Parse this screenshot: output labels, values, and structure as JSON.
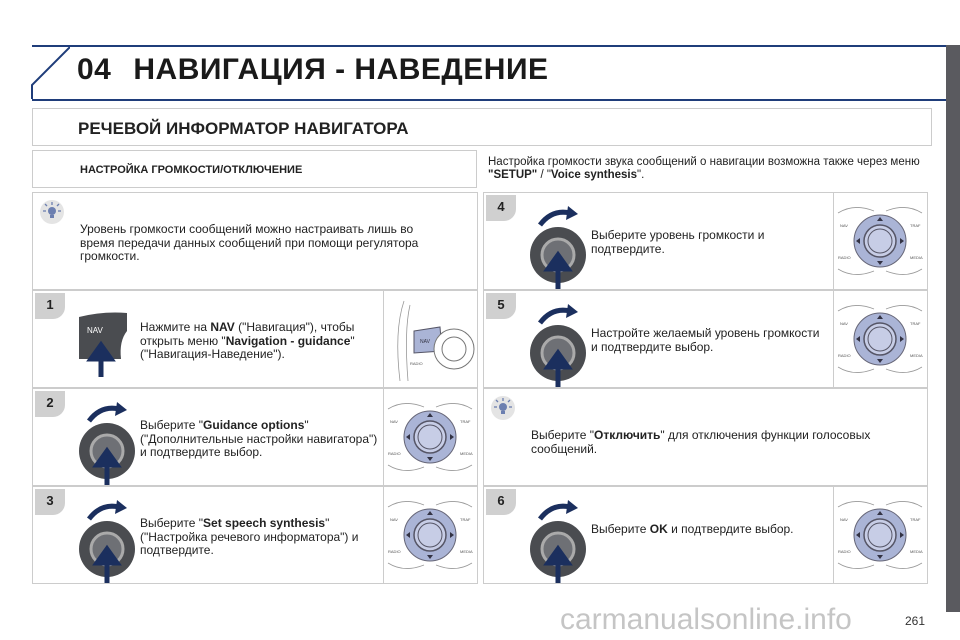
{
  "header": {
    "chapter": "04",
    "title": "НАВИГАЦИЯ - НАВЕДЕНИЕ"
  },
  "section_title": "РЕЧЕВОЙ ИНФОРМАТОР НАВИГАТОРА",
  "subsection_title": "НАСТРОЙКА ГРОМКОСТИ/ОТКЛЮЧЕНИЕ",
  "note": [
    {
      "t": "Настройка громкости звука сообщений о навигации возможна также через меню "
    },
    {
      "t": "\"SETUP\"",
      "b": true
    },
    {
      "t": " / \""
    },
    {
      "t": "Voice synthesis",
      "b": true
    },
    {
      "t": "\"."
    }
  ],
  "left_info": [
    {
      "t": "Уровень громкости сообщений можно настраивать лишь во время передачи данных сообщений при помощи регулятора громкости."
    }
  ],
  "steps": [
    {
      "num": "1",
      "icon": "nav-button",
      "text": [
        {
          "t": "Нажмите на "
        },
        {
          "t": "NAV",
          "b": true
        },
        {
          "t": " (\"Навигация\"), чтобы открыть меню \""
        },
        {
          "t": "Navigation - guidance",
          "b": true
        },
        {
          "t": "\" (\"Навигация-Наведение\")."
        }
      ]
    },
    {
      "num": "2",
      "icon": "rotary-knob",
      "text": [
        {
          "t": "Выберите \""
        },
        {
          "t": "Guidance options",
          "b": true
        },
        {
          "t": "\" (\"Дополнительные настройки навигатора\") и подтвердите выбор."
        }
      ]
    },
    {
      "num": "3",
      "icon": "rotary-knob",
      "text": [
        {
          "t": "Выберите \""
        },
        {
          "t": "Set speech synthesis",
          "b": true
        },
        {
          "t": "\" (\"Настройка речевого информатора\") и подтвердите."
        }
      ]
    },
    {
      "num": "4",
      "icon": "rotary-knob",
      "text": [
        {
          "t": "Выберите уровень громкости и подтвердите."
        }
      ]
    },
    {
      "num": "5",
      "icon": "rotary-knob",
      "text": [
        {
          "t": "Настройте желаемый уровень громкости и подтвердите выбор."
        }
      ]
    },
    {
      "num": "6",
      "icon": "rotary-knob",
      "text": [
        {
          "t": "Выберите "
        },
        {
          "t": "OK",
          "b": true
        },
        {
          "t": " и подтвердите выбор."
        }
      ]
    }
  ],
  "right_info": [
    {
      "t": "Выберите \""
    },
    {
      "t": "Отключить",
      "b": true
    },
    {
      "t": "\" для отключения функции голосовых сообщений."
    }
  ],
  "nav_button_label": "NAV",
  "control_labels": {
    "nav": "NAV",
    "traf": "TRAF",
    "radio": "RADIO",
    "media": "MEDIA"
  },
  "page_number": "261",
  "watermark": "carmanualsonline.info",
  "colors": {
    "header_border": "#1f3d7a",
    "arrow": "#1b2f5e",
    "sidebar": "#5a5a5f",
    "control": "#aab4d6"
  }
}
